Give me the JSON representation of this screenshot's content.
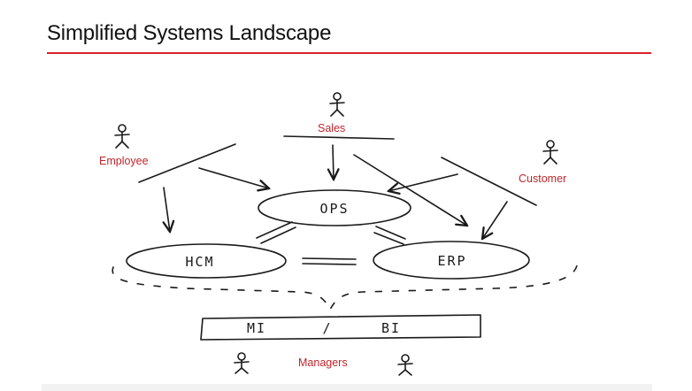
{
  "slide": {
    "title": "Simplified Systems Landscape",
    "accent_color": "#d8232a",
    "label_color": "#c0262d"
  },
  "actors": {
    "sales": "Sales",
    "employee": "Employee",
    "customer": "Customer",
    "managers": "Managers"
  },
  "systems": {
    "ops": "OPS",
    "hcm": "HCM",
    "erp": "ERP",
    "mi": "MI",
    "separator": "/",
    "bi": "BI"
  },
  "icons": [
    "stick-figure-icon"
  ]
}
